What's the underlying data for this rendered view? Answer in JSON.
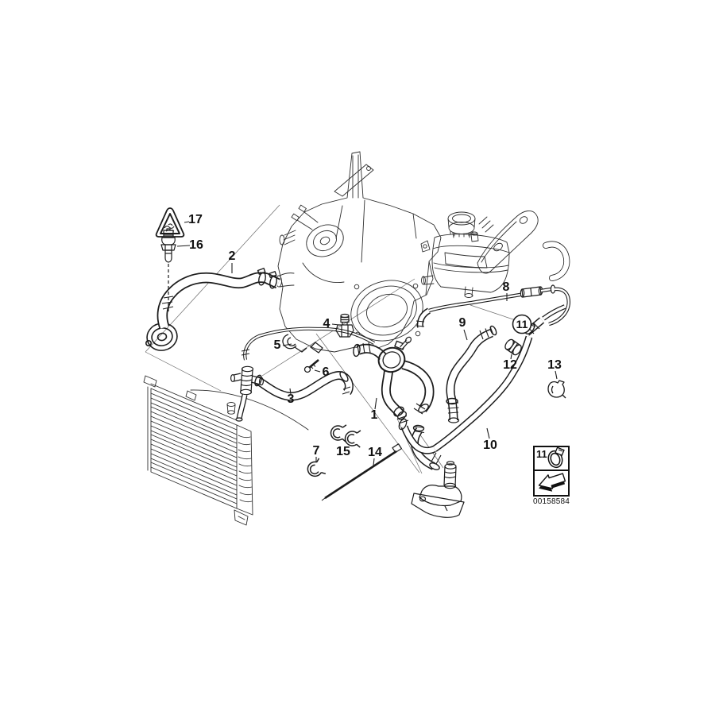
{
  "diagram": {
    "kind": "exploded-parts-diagram",
    "subject": "Engine cooling system water hoses",
    "background_color": "#ffffff",
    "line_color": "#1c1c1c",
    "part_number": "00158584",
    "callouts": [
      {
        "label": "1",
        "circled": false
      },
      {
        "label": "2",
        "circled": false
      },
      {
        "label": "3",
        "circled": false
      },
      {
        "label": "4",
        "circled": false
      },
      {
        "label": "5",
        "circled": false
      },
      {
        "label": "6",
        "circled": false
      },
      {
        "label": "7",
        "circled": false
      },
      {
        "label": "8",
        "circled": false
      },
      {
        "label": "9",
        "circled": false
      },
      {
        "label": "10",
        "circled": false
      },
      {
        "label": "11",
        "circled": true
      },
      {
        "label": "12",
        "circled": false
      },
      {
        "label": "13",
        "circled": false
      },
      {
        "label": "14",
        "circled": false
      },
      {
        "label": "15",
        "circled": false
      },
      {
        "label": "16",
        "circled": false
      },
      {
        "label": "17",
        "circled": false
      }
    ],
    "legend": {
      "ref_label": "11",
      "icons": [
        "hose-clamp-icon",
        "direction-arrow-icon"
      ]
    }
  }
}
